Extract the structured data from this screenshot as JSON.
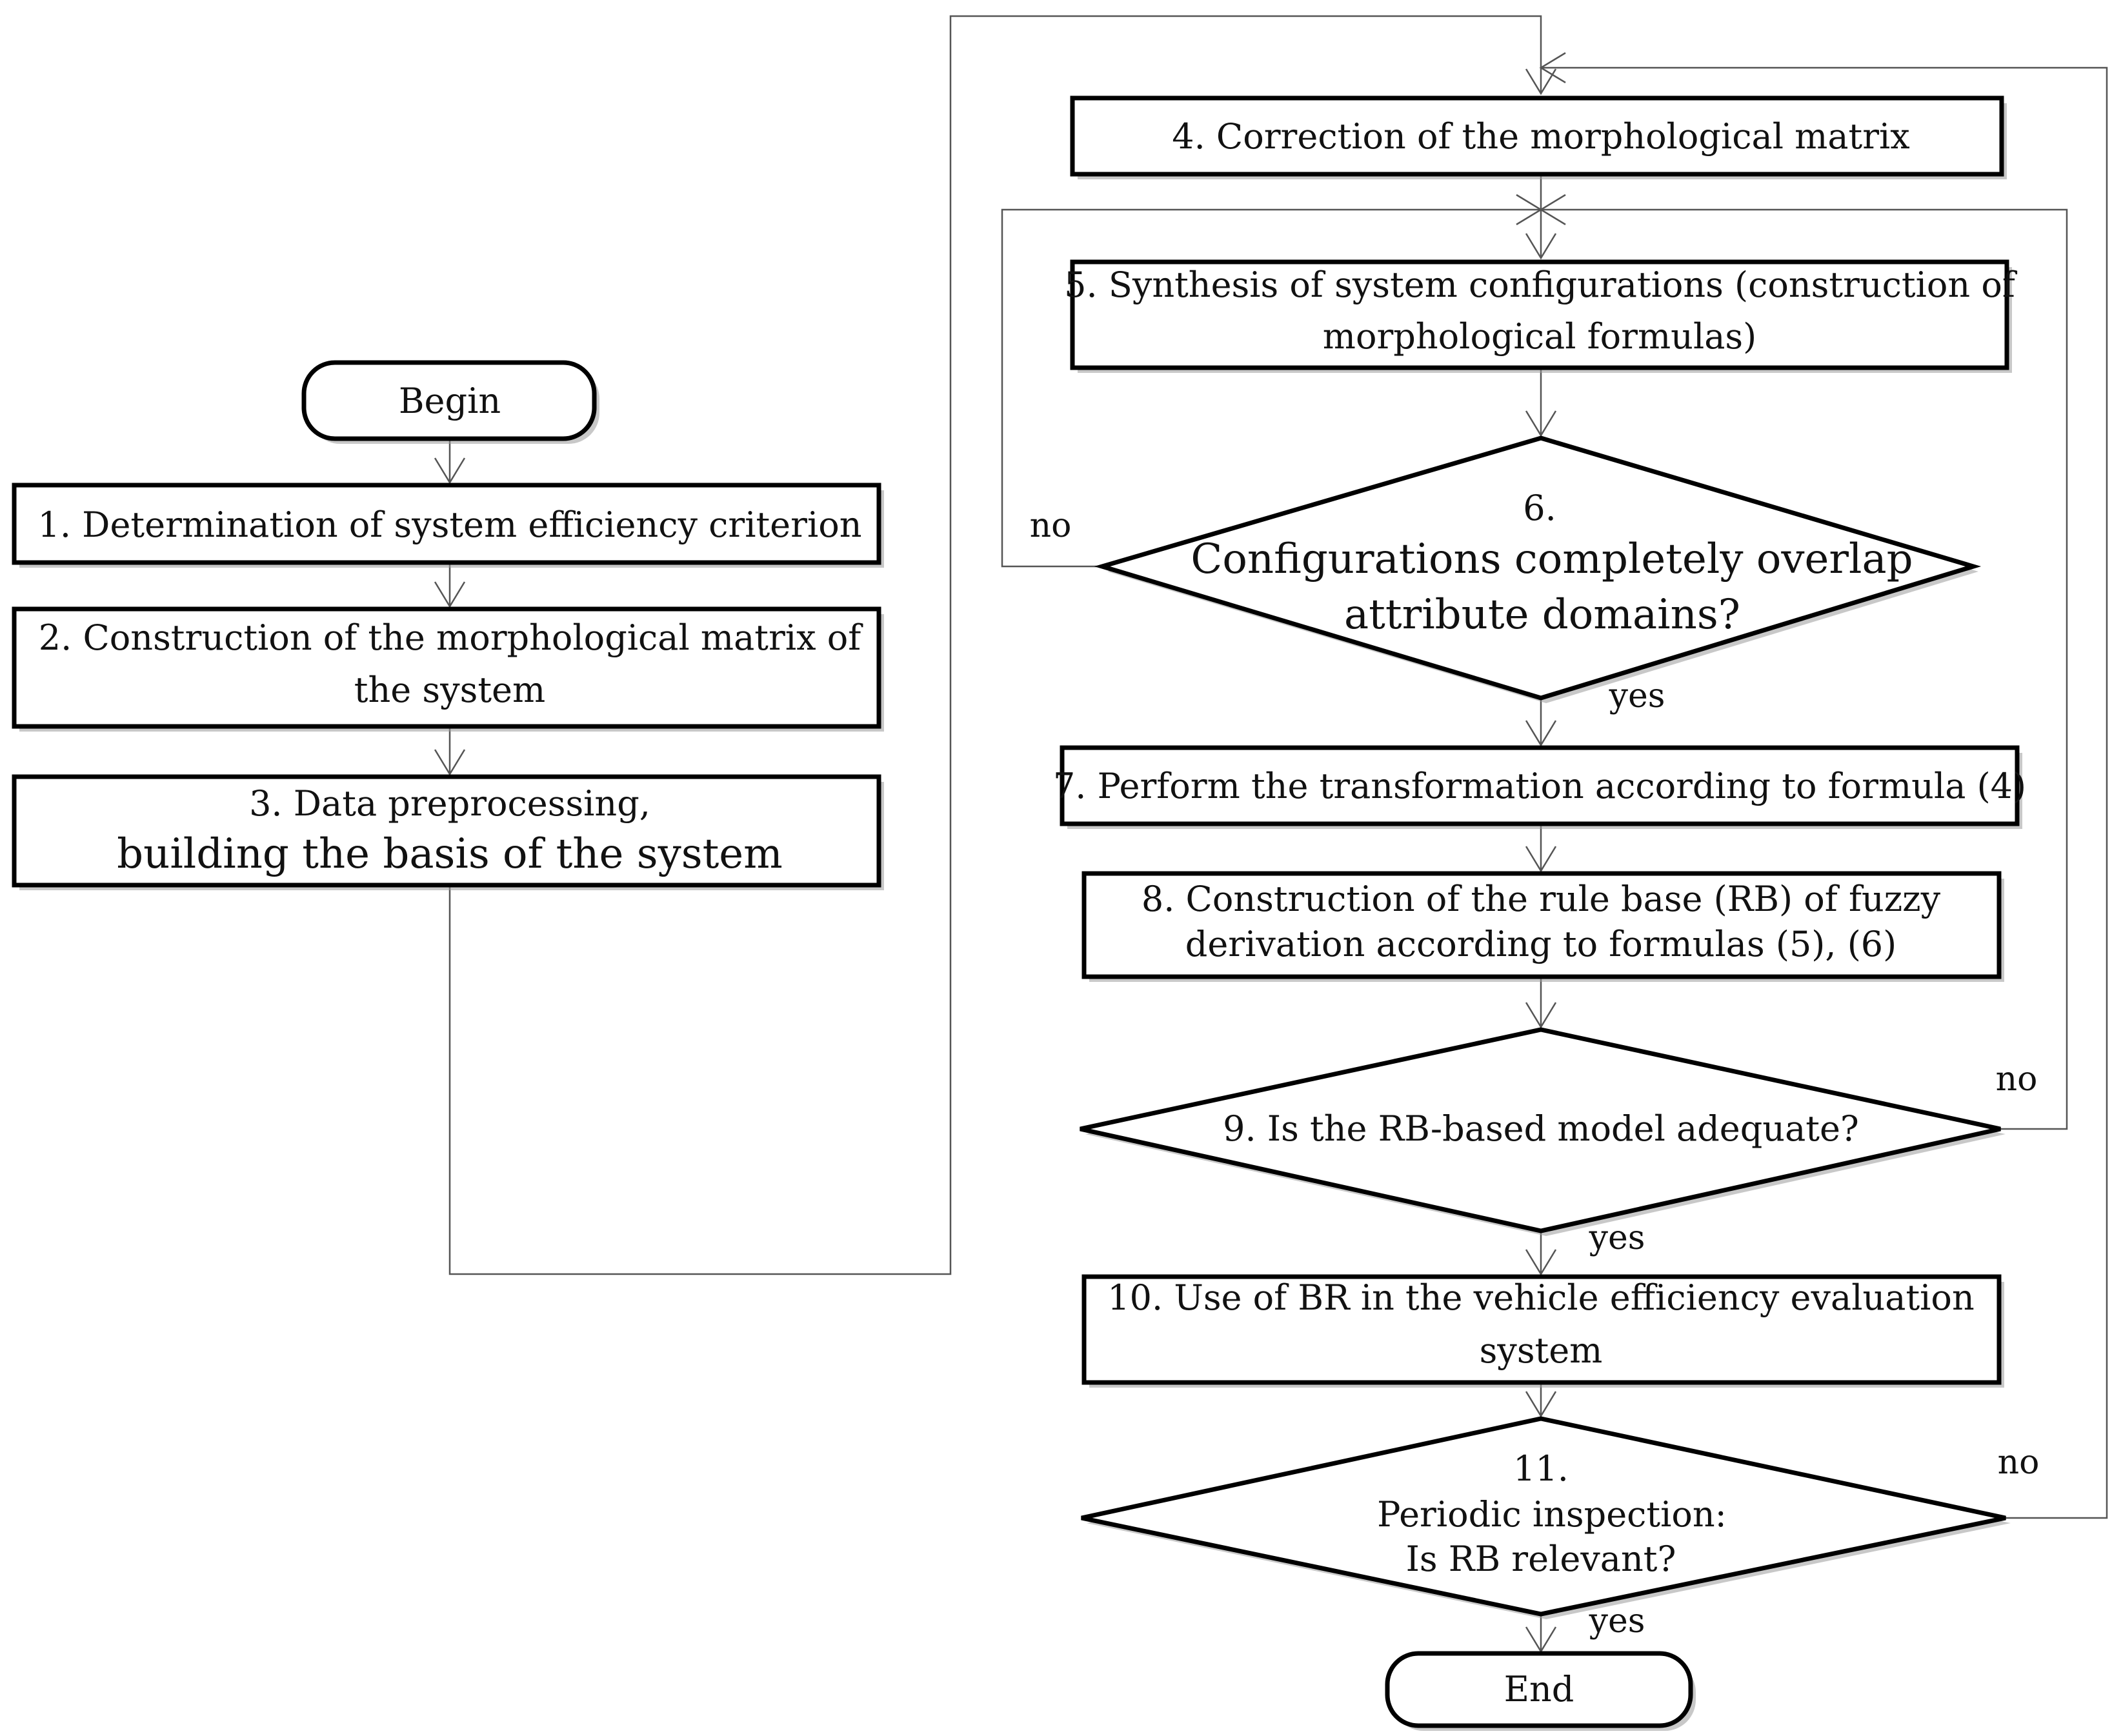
{
  "terminals": {
    "begin": "Begin",
    "end": "End"
  },
  "steps": {
    "s1": "1. Determination of system efficiency criterion",
    "s2_l1": "2. Construction of the morphological matrix of",
    "s2_l2": "the system",
    "s3_l1": "3. Data preprocessing,",
    "s3_l2": "building the basis of the system",
    "s4": "4. Correction of the morphological matrix",
    "s5_l1": "5. Synthesis of system configurations (construction of",
    "s5_l2": "morphological formulas)",
    "s7": "7. Perform the transformation according to formula (4)",
    "s8_l1": "8. Construction of the rule base (RB) of fuzzy",
    "s8_l2": "derivation according to formulas (5), (6)",
    "s10_l1": "10. Use of BR in the vehicle efficiency evaluation",
    "s10_l2": "system"
  },
  "decisions": {
    "d6_l1": "6.",
    "d6_l2": "Configurations completely overlap",
    "d6_l3": "attribute domains?",
    "d9": "9. Is the RB-based model adequate?",
    "d11_l1": "11.",
    "d11_l2": "Periodic inspection:",
    "d11_l3": "Is RB relevant?"
  },
  "branches": {
    "d6_no": "no",
    "d6_yes": "yes",
    "d9_no": "no",
    "d9_yes": "yes",
    "d11_no": "no",
    "d11_yes": "yes"
  }
}
